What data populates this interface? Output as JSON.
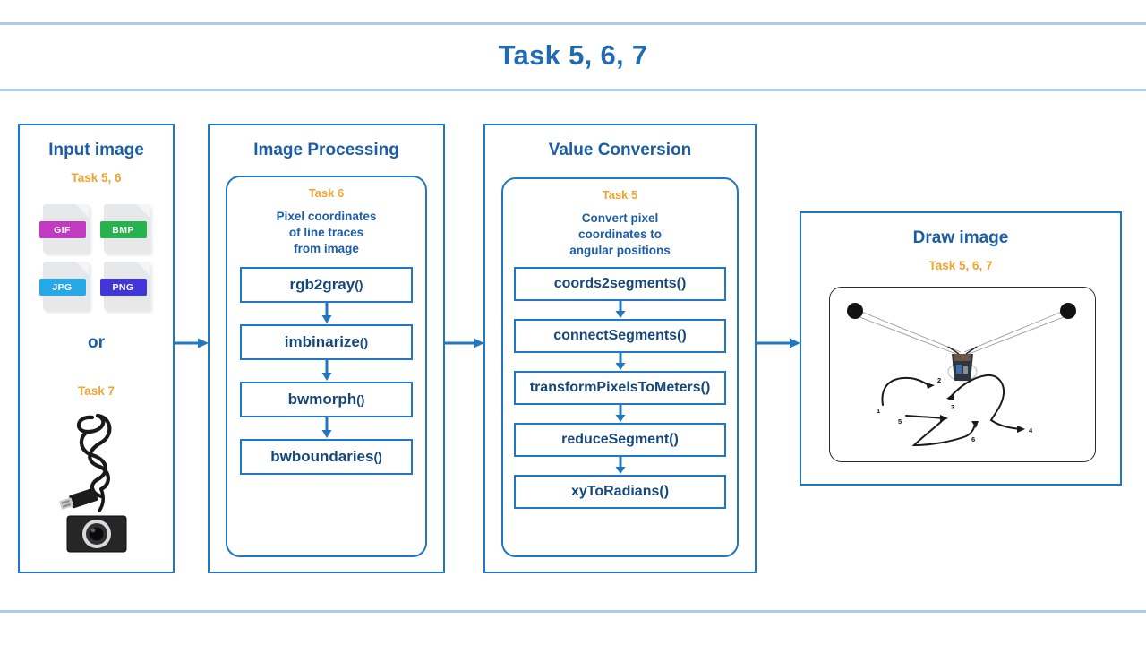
{
  "slide": {
    "title": "Task 5, 6, 7",
    "accent_blue": "#1f6cb5",
    "panel_border": "#1f78c1",
    "heading_blue": "#1c5ea5",
    "task_orange": "#f2a331",
    "rule_color": "#a8cdeb"
  },
  "panels": {
    "input": {
      "title": "Input image",
      "task_tag": "Task 5, 6",
      "or_label": "or",
      "task_tag_2": "Task 7",
      "file_formats": [
        {
          "label": "GIF",
          "color": "#c23ac1"
        },
        {
          "label": "BMP",
          "color": "#25b24f"
        },
        {
          "label": "JPG",
          "color": "#29a8e8"
        },
        {
          "label": "PNG",
          "color": "#4236d6"
        }
      ],
      "device_caption": "usb-webcam-photo"
    },
    "processing": {
      "title": "Image Processing",
      "task_tag": "Task 6",
      "description": "Pixel coordinates of line traces from image",
      "description_lines": [
        "Pixel coordinates",
        "of line traces",
        "from image"
      ],
      "functions": [
        {
          "name": "rgb2gray",
          "paren": "()"
        },
        {
          "name": "imbinarize",
          "paren": "()"
        },
        {
          "name": "bwmorph",
          "paren": "()"
        },
        {
          "name": "bwboundaries",
          "paren": "()"
        }
      ]
    },
    "conversion": {
      "title": "Value Conversion",
      "task_tag": "Task 5",
      "description": "Convert pixel coordinates to angular positions",
      "description_lines": [
        "Convert pixel",
        "coordinates to",
        "angular positions"
      ],
      "functions": [
        {
          "name": "coords2segments",
          "paren": "()"
        },
        {
          "name": "connectSegments",
          "paren": "()"
        },
        {
          "name": "transformPixelsToMeters",
          "paren": "()"
        },
        {
          "name": "reduceSegment",
          "paren": "()"
        },
        {
          "name": "xyToRadians",
          "paren": "()"
        }
      ]
    },
    "draw": {
      "title": "Draw image",
      "task_tag": "Task 5, 6, 7",
      "canvas_caption": "cable-robot-drawing",
      "stroke_labels": [
        "1",
        "2",
        "3",
        "4",
        "5",
        "6"
      ]
    }
  },
  "connectors": [
    {
      "from": "input",
      "to": "processing"
    },
    {
      "from": "processing",
      "to": "conversion"
    },
    {
      "from": "conversion",
      "to": "draw"
    }
  ]
}
